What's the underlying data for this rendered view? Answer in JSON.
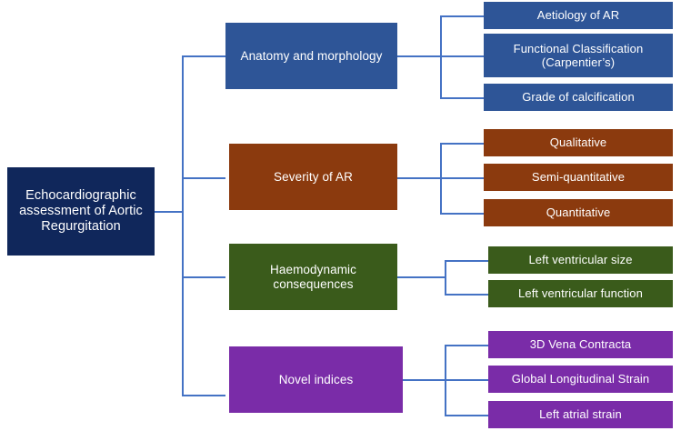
{
  "diagram": {
    "title": "Echocardiographic assessment of Aortic Regurgitation",
    "colors": {
      "root": "#10275B",
      "anatomy": "#2E5597",
      "severity": "#8B3A0E",
      "haemodynamic": "#3A5B1B",
      "novel": "#7A2CA8",
      "connector": "#4472C4",
      "text": "#FFFFFF",
      "background": "#FFFFFF"
    },
    "root": {
      "label": "Echocardiographic assessment of Aortic Regurgitation"
    },
    "branches": [
      {
        "label": "Anatomy and morphology",
        "children": [
          {
            "label": "Aetiology of AR"
          },
          {
            "label": "Functional Classification (Carpentier’s)"
          },
          {
            "label": "Grade of calcification"
          }
        ]
      },
      {
        "label": "Severity of AR",
        "children": [
          {
            "label": "Qualitative"
          },
          {
            "label": "Semi-quantitative"
          },
          {
            "label": "Quantitative"
          }
        ]
      },
      {
        "label": "Haemodynamic consequences",
        "children": [
          {
            "label": "Left ventricular size"
          },
          {
            "label": "Left ventricular function"
          }
        ]
      },
      {
        "label": "Novel indices",
        "children": [
          {
            "label": "3D Vena Contracta"
          },
          {
            "label": "Global Longitudinal Strain"
          },
          {
            "label": "Left atrial strain"
          }
        ]
      }
    ]
  }
}
